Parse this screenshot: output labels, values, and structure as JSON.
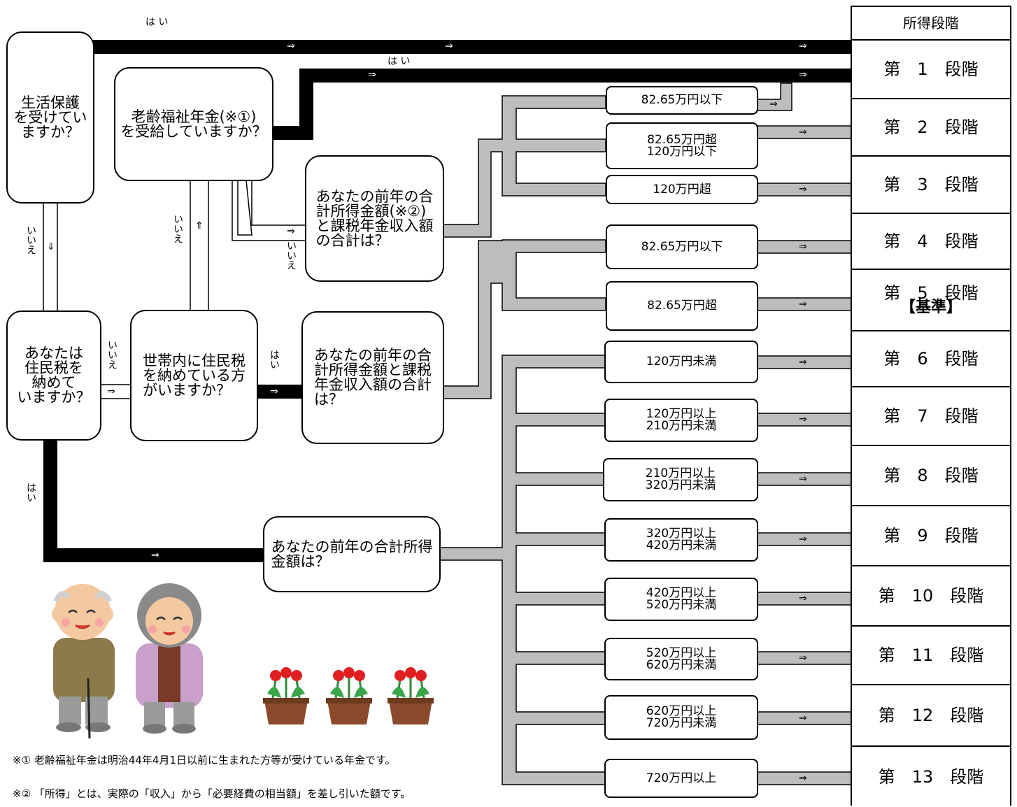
{
  "labels": {
    "yes": "は い",
    "yes_v": "はい",
    "no_v": "いいえ",
    "arrow_right": "⇒",
    "arrow_down": "⇓",
    "arrow_up": "⇑"
  },
  "questions": {
    "welfare": "生活保護\nを受けてい\nますか？",
    "pension": "老齢福祉年金(※①)\nを受給していますか？",
    "resident_tax": "あなたは\n住民税を\n納めて\nいますか？",
    "household_tax": "世帯内に住民税\nを納めている方\nがいますか？",
    "income_pension_note": "あなたの前年の合\n計所得金額(※②)\nと課税年金収入額\nの合計は？",
    "income_pension": "あなたの前年の合\n計所得金額と課税\n年金収入額の合計\nは？",
    "income_total": "あなたの前年の合計所得\n金額は？"
  },
  "ranges": [
    "82.65万円以下",
    "82.65万円超\n120万円以下",
    "120万円超",
    "82.65万円以下",
    "82.65万円超",
    "120万円未満",
    "120万円以上\n210万円未満",
    "210万円以上\n320万円未満",
    "320万円以上\n420万円未満",
    "420万円以上\n520万円未満",
    "520万円以上\n620万円未満",
    "620万円以上\n720万円未満",
    "720万円以上"
  ],
  "stage_table": {
    "header": "所得段階",
    "rows": [
      "第　1　段階",
      "第　2　段階",
      "第　3　段階",
      "第　4　段階",
      "第　5　段階",
      "第　6　段階",
      "第　7　段階",
      "第　8　段階",
      "第　9　段階",
      "第　10　段階",
      "第　11　段階",
      "第　12　段階",
      "第　13　段階"
    ],
    "standard_mark": "【基準】"
  },
  "notes": [
    "※①  老齢福祉年金は明治44年4月1日以前に生まれた方等が受けている年金です。",
    "※②  「所得」とは、実際の「収入」から「必要経費の相当額」を差し引いた額です。"
  ],
  "colors": {
    "path_black": "#000000",
    "path_gray": "#bdbdbd",
    "border": "#000000"
  }
}
